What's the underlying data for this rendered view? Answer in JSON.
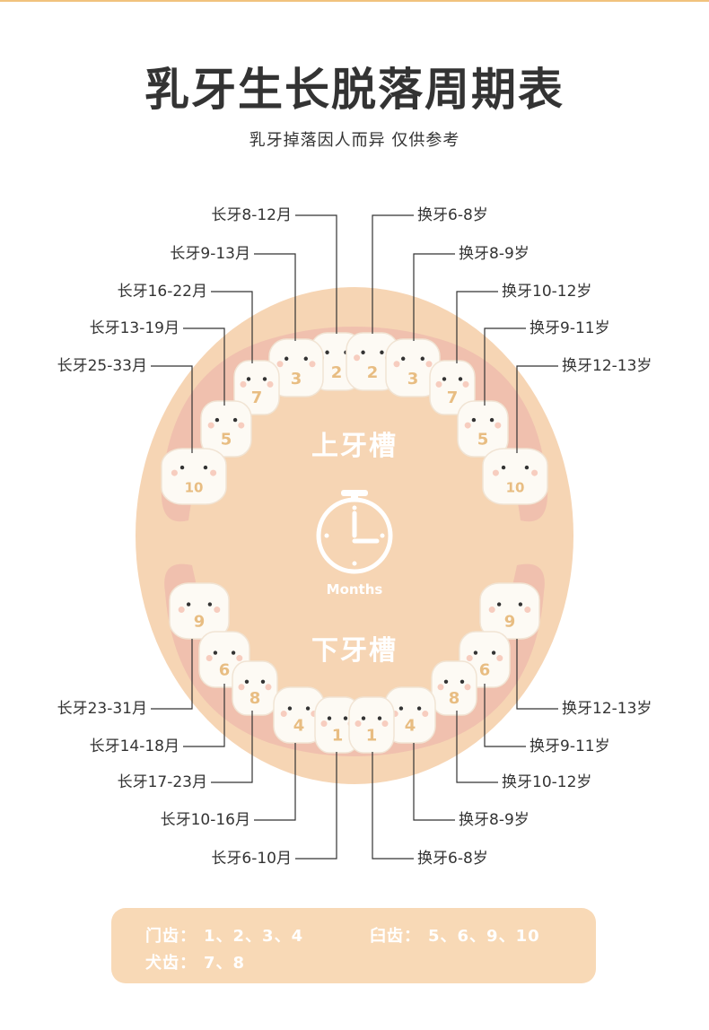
{
  "header": {
    "title": "乳牙生长脱落周期表",
    "subtitle": "乳牙掉落因人而异 仅供参考"
  },
  "arch": {
    "upper_label": "上牙槽",
    "lower_label": "下牙槽",
    "clock_label": "Months"
  },
  "upper_left_labels": [
    "长牙8-12月",
    "长牙9-13月",
    "长牙16-22月",
    "长牙13-19月",
    "长牙25-33月"
  ],
  "upper_right_labels": [
    "换牙6-8岁",
    "换牙8-9岁",
    "换牙10-12岁",
    "换牙9-11岁",
    "换牙12-13岁"
  ],
  "lower_left_labels": [
    "长牙23-31月",
    "长牙14-18月",
    "长牙17-23月",
    "长牙10-16月",
    "长牙6-10月"
  ],
  "lower_right_labels": [
    "换牙12-13岁",
    "换牙9-11岁",
    "换牙10-12岁",
    "换牙8-9岁",
    "换牙6-8岁"
  ],
  "upper_teeth_left": [
    "2",
    "3",
    "7",
    "5",
    "10"
  ],
  "upper_teeth_right": [
    "2",
    "3",
    "7",
    "5",
    "10"
  ],
  "lower_teeth_left": [
    "9",
    "6",
    "8",
    "4",
    "1"
  ],
  "lower_teeth_right": [
    "9",
    "6",
    "8",
    "4",
    "1"
  ],
  "legend": {
    "incisors_key": "门齿：",
    "incisors_value": "1、2、3、4",
    "molars_key": "臼齿：",
    "molars_value": "5、6、9、10",
    "canines_key": "犬齿：",
    "canines_value": "7、8"
  },
  "colors": {
    "arch_fill": "#f6d5b4",
    "gum": "#eeb8ac",
    "tooth": "#fdfaf4",
    "tooth_number": "#e8bd82",
    "leader_line": "#333333",
    "legend_fill": "#f8d9b6",
    "text": "#333333"
  }
}
